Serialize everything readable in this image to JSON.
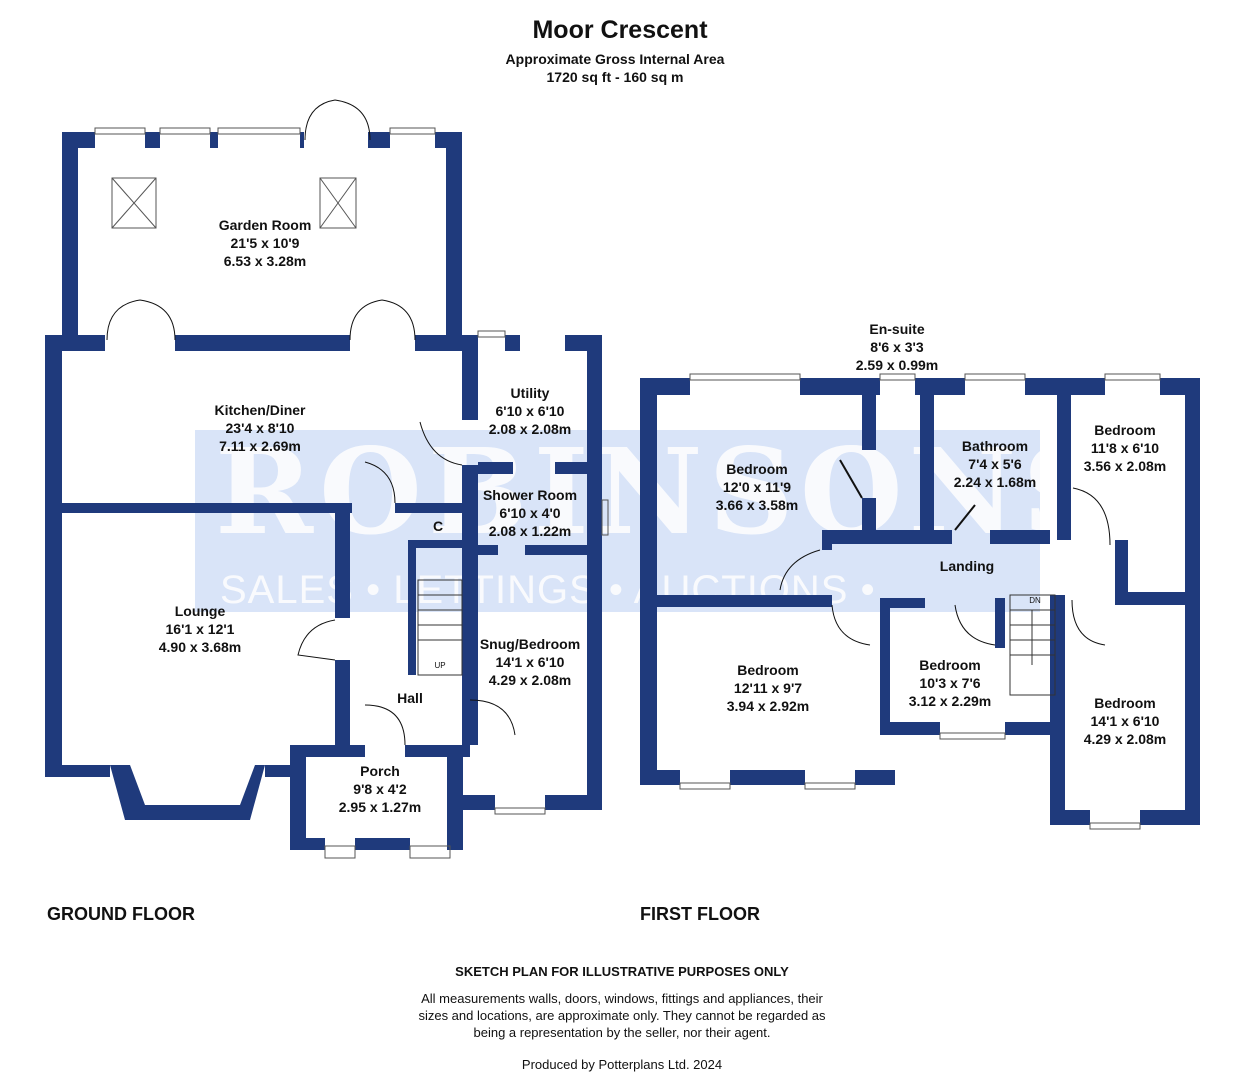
{
  "header": {
    "title": "Moor Crescent",
    "subtitle": "Approximate Gross Internal Area",
    "area": "1720 sq ft - 160 sq m"
  },
  "watermark": {
    "brand": "ROBINSONS",
    "tagline": "SALES • LETTINGS • AUCTIONS • SURVEYS"
  },
  "colors": {
    "wall": "#1f3a7c",
    "watermark": "#c6d6f3"
  },
  "ground_floor": {
    "label": "GROUND FLOOR",
    "rooms": [
      {
        "name": "Garden Room",
        "imperial": "21'5 x 10'9",
        "metric": "6.53 x 3.28m"
      },
      {
        "name": "Kitchen/Diner",
        "imperial": "23'4 x 8'10",
        "metric": "7.11 x 2.69m"
      },
      {
        "name": "Utility",
        "imperial": "6'10 x 6'10",
        "metric": "2.08 x 2.08m"
      },
      {
        "name": "Shower Room",
        "imperial": "6'10 x 4'0",
        "metric": "2.08 x 1.22m"
      },
      {
        "name": "Lounge",
        "imperial": "16'1 x 12'1",
        "metric": "4.90 x 3.68m"
      },
      {
        "name": "Snug/Bedroom",
        "imperial": "14'1 x 6'10",
        "metric": "4.29 x 2.08m"
      },
      {
        "name": "Porch",
        "imperial": "9'8 x 4'2",
        "metric": "2.95 x 1.27m"
      }
    ],
    "hall": "Hall",
    "cupboard": "C",
    "stairs": "UP"
  },
  "first_floor": {
    "label": "FIRST FLOOR",
    "rooms": [
      {
        "name": "En-suite",
        "imperial": "8'6 x 3'3",
        "metric": "2.59 x 0.99m"
      },
      {
        "name": "Bedroom",
        "imperial": "12'0 x 11'9",
        "metric": "3.66 x 3.58m"
      },
      {
        "name": "Bathroom",
        "imperial": "7'4 x 5'6",
        "metric": "2.24 x 1.68m"
      },
      {
        "name": "Bedroom",
        "imperial": "11'8 x 6'10",
        "metric": "3.56 x 2.08m"
      },
      {
        "name": "Bedroom",
        "imperial": "12'11 x 9'7",
        "metric": "3.94 x 2.92m"
      },
      {
        "name": "Bedroom",
        "imperial": "10'3 x 7'6",
        "metric": "3.12 x 2.29m"
      },
      {
        "name": "Bedroom",
        "imperial": "14'1 x 6'10",
        "metric": "4.29 x 2.08m"
      }
    ],
    "landing": "Landing",
    "stairs": "DN"
  },
  "footer": {
    "disclaimer_title": "SKETCH PLAN FOR ILLUSTRATIVE PURPOSES ONLY",
    "disclaimer_lines": [
      "All measurements walls, doors, windows, fittings and appliances, their",
      "sizes and locations, are approximate only. They cannot be regarded as",
      "being a representation by the seller, nor their agent."
    ],
    "credit": "Produced by Potterplans Ltd. 2024"
  }
}
